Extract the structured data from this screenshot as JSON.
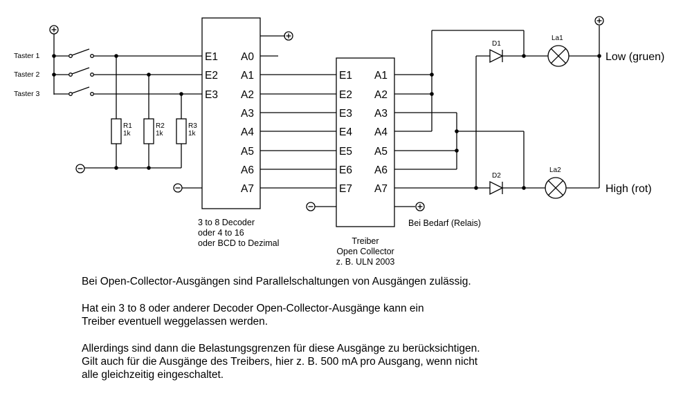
{
  "schematic": {
    "buttons": [
      "Taster 1",
      "Taster 2",
      "Taster 3"
    ],
    "resistors": [
      {
        "name": "R1",
        "value": "1k"
      },
      {
        "name": "R2",
        "value": "1k"
      },
      {
        "name": "R3",
        "value": "1k"
      }
    ],
    "decoder": {
      "inputs": [
        "E1",
        "E2",
        "E3"
      ],
      "outputs": [
        "A0",
        "A1",
        "A2",
        "A3",
        "A4",
        "A5",
        "A6",
        "A7"
      ],
      "caption": [
        "3 to 8 Decoder",
        "oder 4 to 16",
        "oder BCD to Dezimal"
      ]
    },
    "driver": {
      "inputs": [
        "E1",
        "E2",
        "E3",
        "E4",
        "E5",
        "E6",
        "E7"
      ],
      "outputs": [
        "A1",
        "A2",
        "A3",
        "A4",
        "A5",
        "A6",
        "A7"
      ],
      "caption": [
        "Treiber",
        "Open Collector",
        "z. B. ULN 2003"
      ],
      "optional_note": "Bei Bedarf (Relais)"
    },
    "diodes": [
      "D1",
      "D2"
    ],
    "lamps": [
      "La1",
      "La2"
    ],
    "states": {
      "low": "Low (gruen)",
      "high": "High (rot)"
    }
  },
  "notes": [
    "Bei Open-Collector-Ausgängen sind Parallelschaltungen von Ausgängen zulässig.",
    "Hat ein 3 to 8 oder anderer  Decoder Open-Collector-Ausgänge kann ein",
    "Treiber eventuell weggelassen werden.",
    "Allerdings sind dann die Belastungsgrenzen für diese Ausgänge zu berücksichtigen.",
    "Gilt auch für die Ausgänge des Treibers, hier z. B. 500 mA pro Ausgang, wenn nicht",
    "alle gleichzeitig eingeschaltet."
  ]
}
